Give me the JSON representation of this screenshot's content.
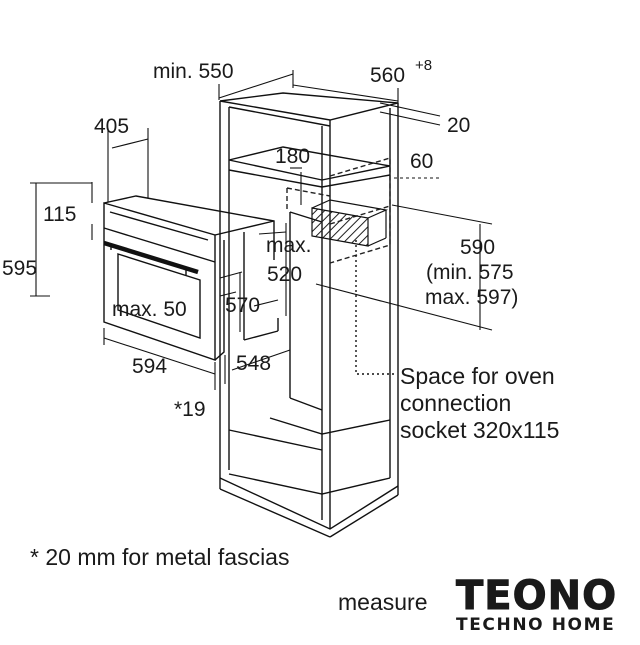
{
  "dimensions": {
    "min_550": "min. 550",
    "width_560": "560",
    "width_560_tol": "+8",
    "d20": "20",
    "d405": "405",
    "d180": "180",
    "d60": "60",
    "d115": "115",
    "max_label": "max.",
    "d520": "520",
    "d595": "595",
    "d590": "590",
    "min_575": "(min. 575",
    "max_597": "max. 597)",
    "max_50": "max. 50",
    "d570": "570",
    "d594": "594",
    "d548": "548",
    "star_19": "*19"
  },
  "callout": {
    "line1": "Space for oven",
    "line2": "connection",
    "line3": "socket 320x115"
  },
  "footnote": "* 20 mm for metal fascias",
  "bottom_caption": "measure",
  "logo": {
    "brand": "TEONO",
    "tagline": "TECHNO HOME"
  }
}
